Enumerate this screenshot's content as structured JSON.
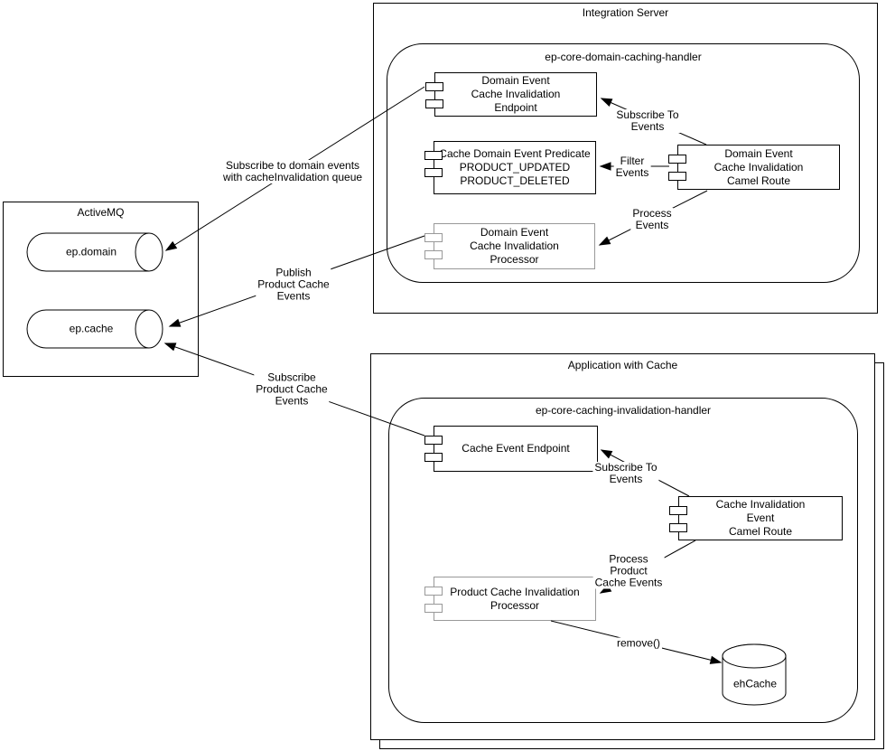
{
  "colors": {
    "stroke": "#000000",
    "secondary_stroke": "#999999",
    "background": "#ffffff"
  },
  "activemq": {
    "title": "ActiveMQ",
    "queues": {
      "domain": "ep.domain",
      "cache": "ep.cache"
    }
  },
  "integration_server": {
    "title": "Integration Server",
    "handler_title": "ep-core-domain-caching-handler",
    "components": {
      "endpoint": "Domain Event\nCache Invalidation\nEndpoint",
      "predicate": "Cache Domain Event Predicate\nPRODUCT_UPDATED\nPRODUCT_DELETED",
      "processor": "Domain Event\nCache Invalidation\nProcessor",
      "camel_route": "Domain Event\nCache Invalidation\nCamel Route"
    },
    "labels": {
      "subscribe_to_events": "Subscribe To\nEvents",
      "filter_events": "Filter\nEvents",
      "process_events": "Process\nEvents"
    }
  },
  "application": {
    "title": "Application with Cache",
    "handler_title": "ep-core-caching-invalidation-handler",
    "components": {
      "cache_event_endpoint": "Cache Event Endpoint",
      "camel_route": "Cache Invalidation\nEvent\nCamel Route",
      "processor": "Product Cache Invalidation\nProcessor"
    },
    "labels": {
      "subscribe_to_events": "Subscribe To\nEvents",
      "process_product_cache_events": "Process\nProduct\nCache Events",
      "remove": "remove()"
    },
    "database": "ehCache"
  },
  "queue_labels": {
    "subscribe_domain": "Subscribe to domain events\nwith cacheInvalidation queue",
    "publish_cache": "Publish\nProduct Cache\nEvents",
    "subscribe_cache": "Subscribe\nProduct Cache\nEvents"
  }
}
